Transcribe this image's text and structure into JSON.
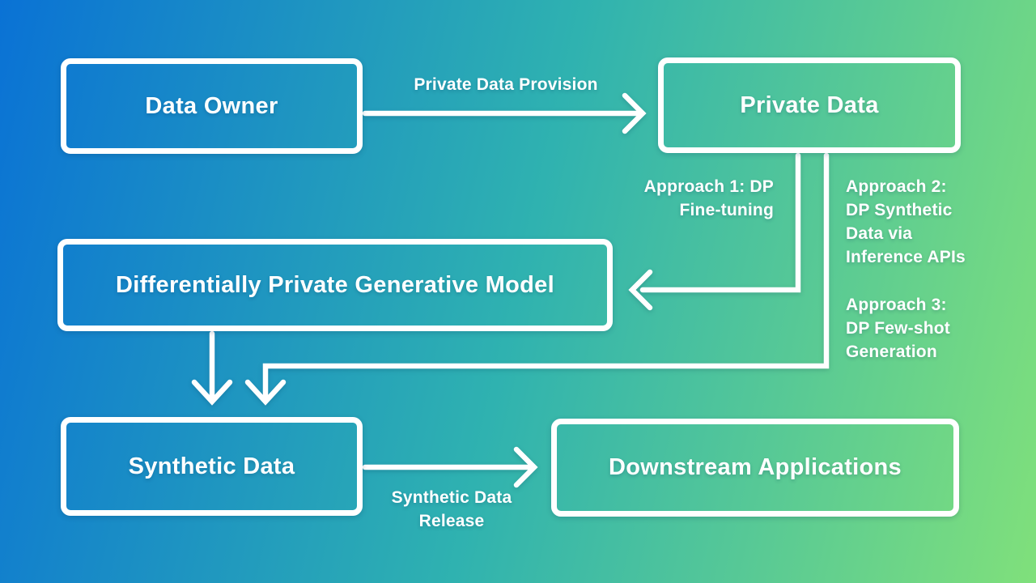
{
  "background": {
    "gradient": {
      "angle": "103deg",
      "from": "#0a72d5",
      "mid": "#2fb2b0",
      "to": "#80e07b"
    }
  },
  "colors": {
    "line": "#ffffff",
    "text": "#ffffff"
  },
  "nodes": [
    {
      "id": "data-owner",
      "label": "Data Owner"
    },
    {
      "id": "private-data",
      "label": "Private Data"
    },
    {
      "id": "dp-generative-model",
      "label": "Differentially Private Generative Model"
    },
    {
      "id": "synthetic-data",
      "label": "Synthetic Data"
    },
    {
      "id": "downstream-applications",
      "label": "Downstream Applications"
    }
  ],
  "edges": [
    {
      "id": "provision",
      "from": "Data Owner",
      "to": "Private Data",
      "label": "Private Data Provision"
    },
    {
      "id": "approach-1",
      "from": "Private Data",
      "to": "Differentially Private Generative Model",
      "label": "Approach 1: DP\nFine-tuning"
    },
    {
      "id": "approach-2",
      "from": "Private Data",
      "to": "Synthetic Data",
      "label": "Approach 2:\nDP Synthetic\nData via\nInference APIs"
    },
    {
      "id": "approach-3",
      "from": "Private Data",
      "to": "Synthetic Data",
      "label": "Approach 3:\nDP Few-shot\nGeneration"
    },
    {
      "id": "model-to-synthetic",
      "from": "Differentially Private Generative Model",
      "to": "Synthetic Data",
      "label": ""
    },
    {
      "id": "release",
      "from": "Synthetic Data",
      "to": "Downstream Applications",
      "label": "Synthetic Data\nRelease"
    }
  ]
}
